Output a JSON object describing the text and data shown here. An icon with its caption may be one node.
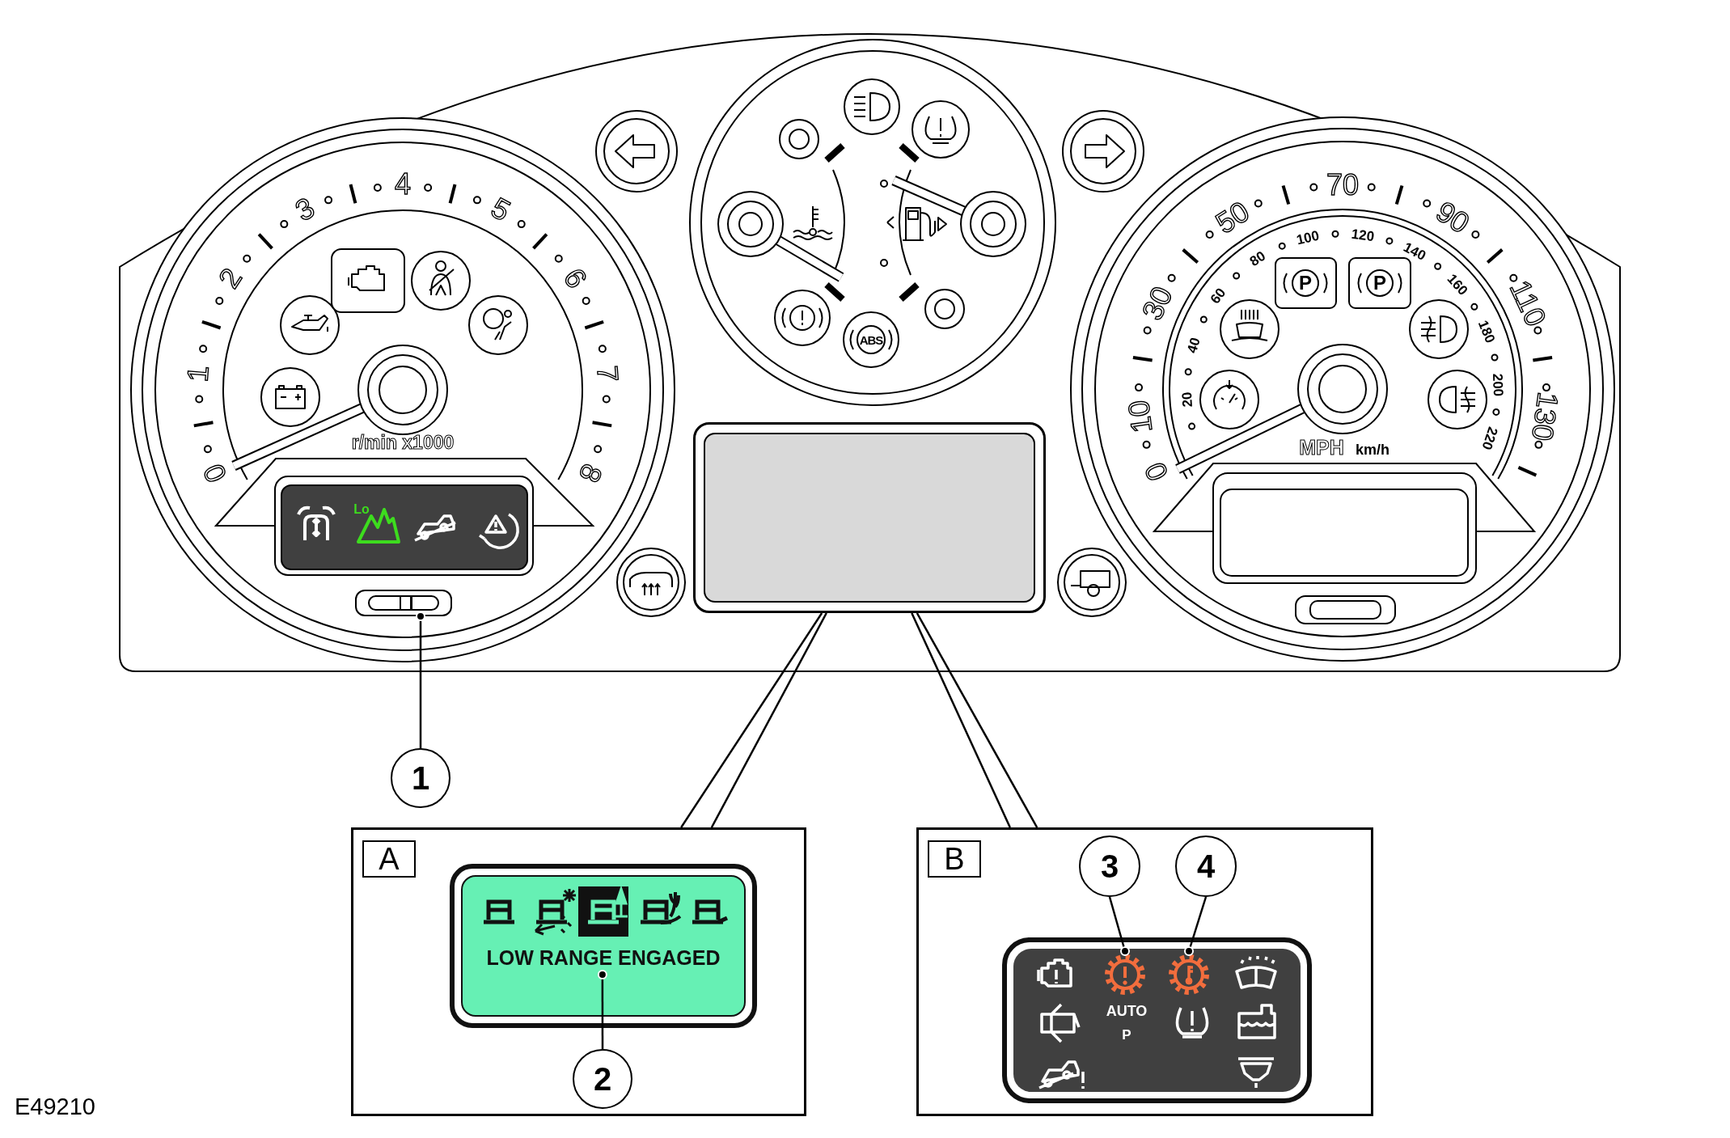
{
  "diagram": {
    "nodes": [
      {
        "text": [
          "1"
        ]
      },
      {
        "text": [],
        "shape": "box"
      },
      {
        "text": [],
        "shape": "box"
      },
      {
        "text": [
          "A"
        ]
      },
      {
        "text": [
          "LOW RANGE ENGAGED"
        ],
        "in": 3
      },
      {
        "text": [
          "2"
        ],
        "in": 3
      },
      {
        "text": [
          "B"
        ]
      },
      {
        "text": [
          "3"
        ],
        "in": 6
      },
      {
        "text": [
          "4"
        ],
        "in": 6
      },
      {
        "text": [],
        "shape": "box",
        "in": 6
      },
      {
        "text": [],
        "shape": "picture",
        "in": 9
      },
      {
        "text": [],
        "shape": "picture",
        "in": 9
      }
    ],
    "edges": [
      {
        "from": 0,
        "to": 1,
        "arrow": "other"
      },
      {
        "from": 2,
        "to": 3,
        "arrow": "none"
      },
      {
        "from": 2,
        "to": 3,
        "arrow": "none"
      },
      {
        "from": 2,
        "to": 6,
        "arrow": "none"
      },
      {
        "from": 2,
        "to": 6,
        "arrow": "none"
      },
      {
        "from": 5,
        "to": 4,
        "arrow": "other"
      },
      {
        "from": 7,
        "to": 10,
        "arrow": "other"
      },
      {
        "from": 8,
        "to": 11,
        "arrow": "other"
      }
    ],
    "labels": [
      "0",
      "1",
      "2",
      "3",
      "4",
      "5",
      "6",
      "7",
      "8",
      "r/min x1000",
      "Lo",
      "ABS",
      "0",
      "10",
      "30",
      "50",
      "70",
      "90",
      "110",
      "130",
      "20",
      "40",
      "60",
      "80",
      "100",
      "120",
      "140",
      "160",
      "180",
      "200",
      "220",
      "P",
      "P",
      "MPH",
      "km/h",
      "AUTO",
      "P",
      "E49210"
    ]
  }
}
